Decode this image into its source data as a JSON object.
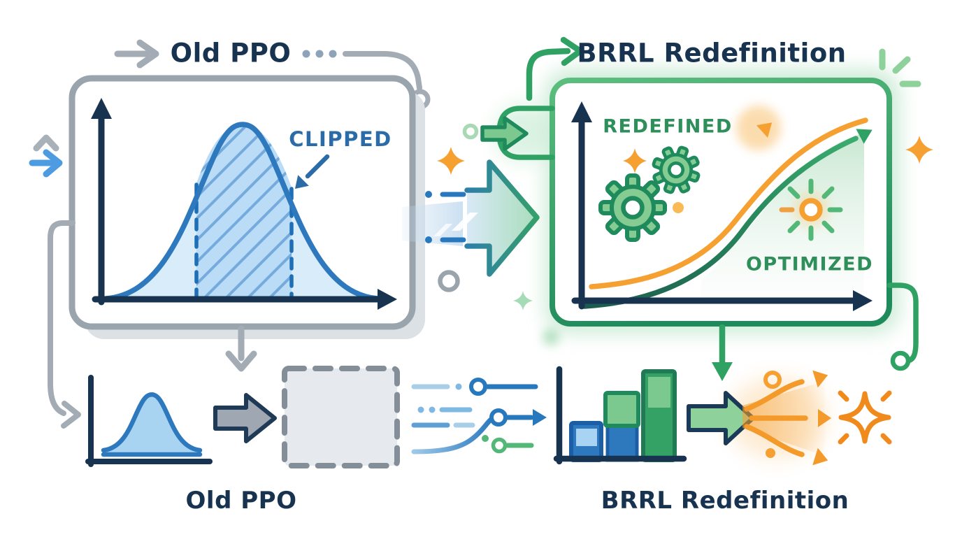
{
  "title_row": {
    "left": "Old PPO",
    "right": "BRRL Redefinition"
  },
  "left_panel": {
    "annotation": "CLIPPED",
    "content": "bell curve with hatched clipped region between two dashed bounds"
  },
  "right_panel": {
    "label_redefined": "REDEFINED",
    "label_optimized": "OPTIMIZED",
    "content": "rising sigmoid curves (orange and green) with gears and sun icon"
  },
  "caption_row": {
    "left": "Old PPO",
    "right": "BRRL Redefinition"
  },
  "icons": [
    "chevron-up-icon",
    "arrow-right-icon",
    "dots-ellipsis",
    "connector-circle",
    "big-transition-arrow-icon",
    "sparkle-star-icon",
    "gear-icon",
    "sun-icon",
    "bell-curve-mini-chart",
    "block-arrow-icon",
    "dashed-placeholder-box",
    "data-stream-lines",
    "stacked-bar-chart",
    "fan-out-arrows-icon",
    "burst-star-icon"
  ],
  "colors": {
    "navy": "#17334F",
    "gray_connector": "#A3ABB4",
    "blue_stroke": "#2E79BE",
    "blue_light_fill": "#BBDCF6",
    "blue_text": "#2B6CA8",
    "green": "#2FA162",
    "green_dark": "#1F8A5C",
    "green_light": "#7CC98F",
    "green_text": "#2E8F5B",
    "orange": "#F5A031",
    "panel_shadow": "#DCE1E6",
    "dashed_box_fill": "#E6EAEE"
  }
}
